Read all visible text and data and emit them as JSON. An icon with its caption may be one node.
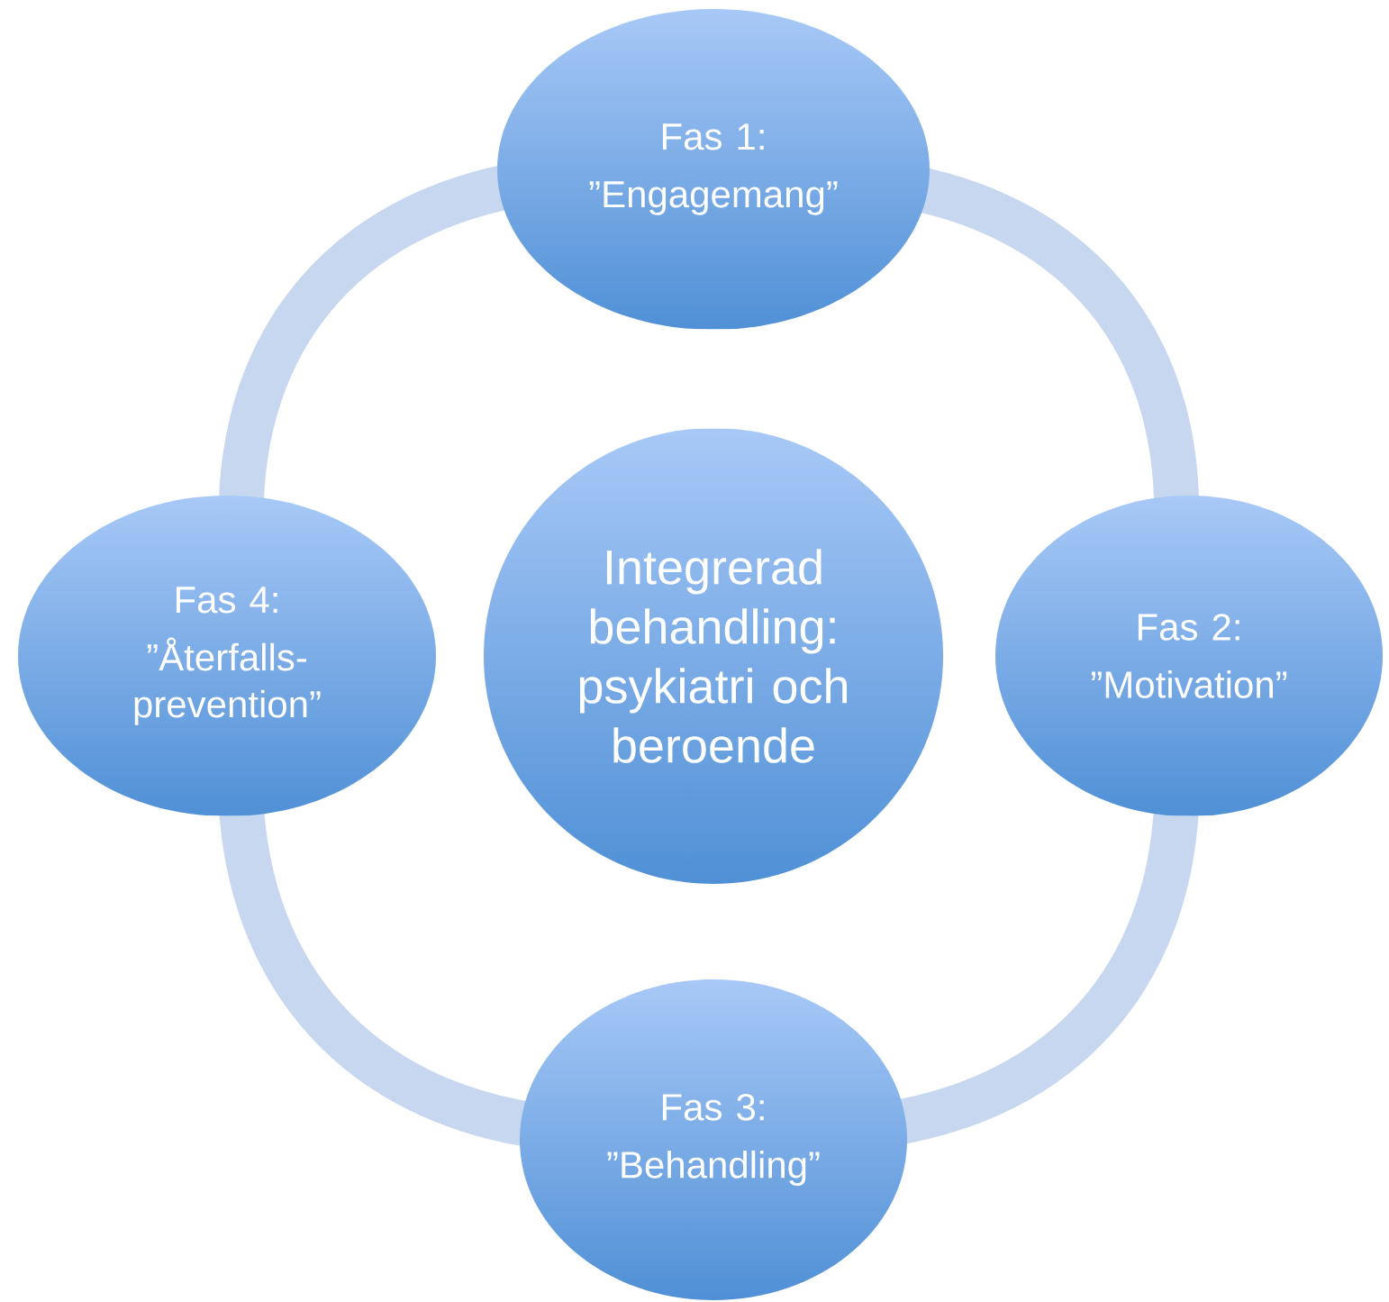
{
  "diagram": {
    "nodes": [
      {
        "text": [
          "Fas 1:",
          "”Engagemang”"
        ]
      },
      {
        "text": [
          "Fas 4:",
          "”Återfalls-prevention”"
        ]
      },
      {
        "text": [
          "Integrerad behandling: psykiatri och beroende"
        ]
      },
      {
        "text": [
          "Fas 2:",
          "”Motivation”"
        ]
      },
      {
        "text": [
          "Fas 3:",
          "”Behandling”"
        ]
      }
    ],
    "edges": [
      {
        "from": 0,
        "to": 3,
        "arrow": "none"
      },
      {
        "from": 3,
        "to": 4,
        "arrow": "none"
      },
      {
        "from": 4,
        "to": 1,
        "arrow": "none"
      },
      {
        "from": 1,
        "to": 0,
        "arrow": "none"
      }
    ]
  }
}
